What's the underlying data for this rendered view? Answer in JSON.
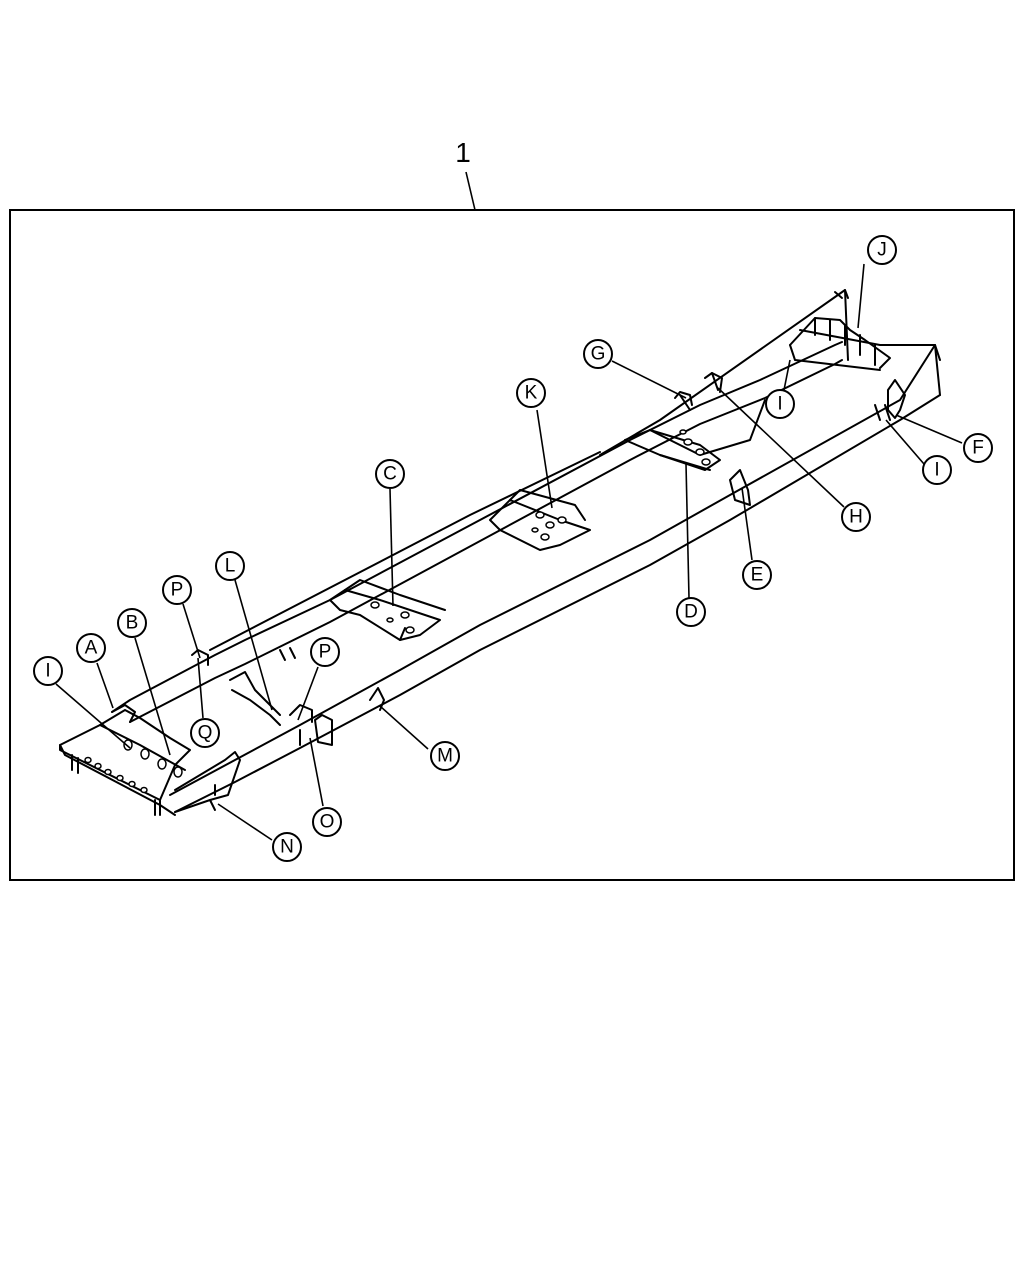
{
  "assembly_number": "1",
  "callouts": [
    "A",
    "B",
    "C",
    "D",
    "E",
    "F",
    "G",
    "H",
    "I",
    "J",
    "K",
    "L",
    "M",
    "N",
    "O",
    "P",
    "Q"
  ]
}
